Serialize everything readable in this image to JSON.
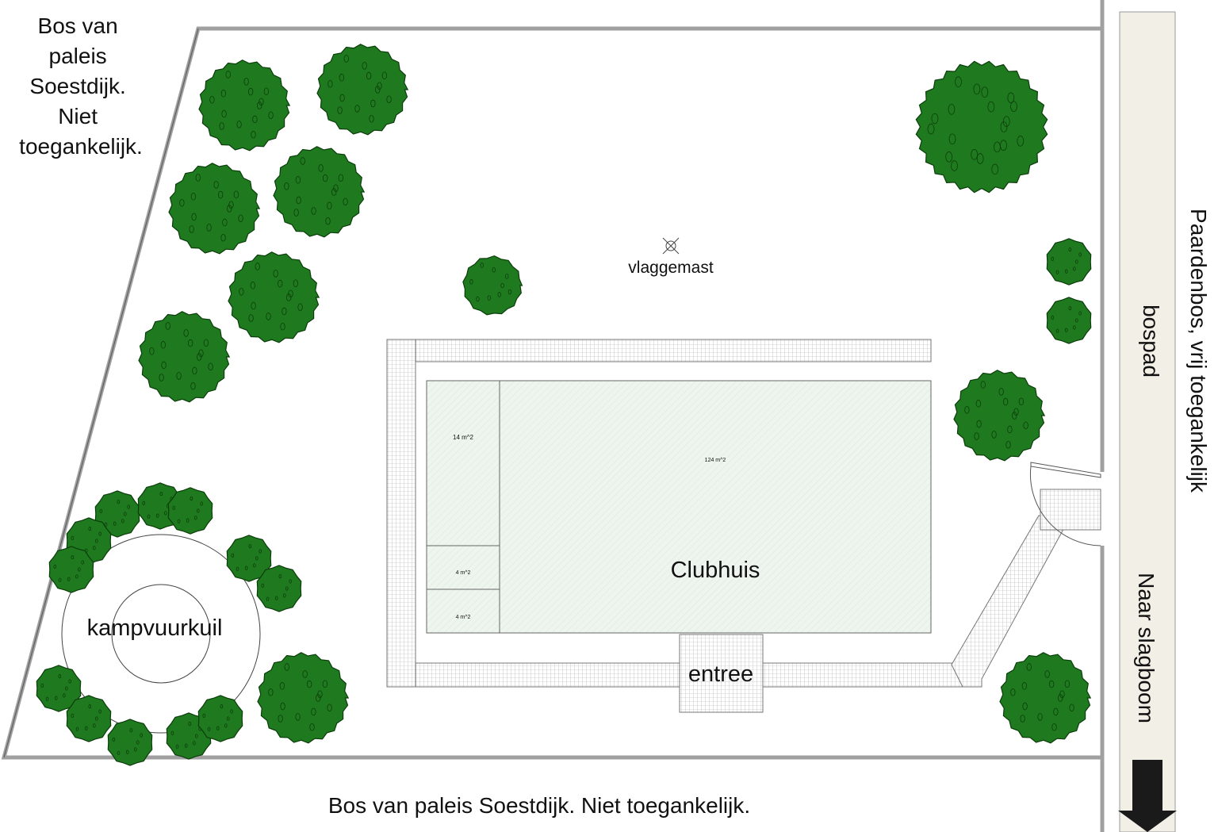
{
  "labels": {
    "top_left_forest": [
      "Bos van",
      "paleis",
      "Soestdijk.",
      "Niet",
      "toegankelijk."
    ],
    "bottom_forest": "Bos van paleis Soestdijk. Niet toegankelijk.",
    "right_forest": "Paardenbos, vrij toegankelijk",
    "path": "bospad",
    "barrier": "Naar slagboom",
    "flagpole": "vlaggemast",
    "clubhouse": "Clubhuis",
    "entrance": "entree",
    "campfire": "kampvuurkuil",
    "room_large": "124 m^2",
    "room_small_top": "14 m^2",
    "room_small_mid": "4 m^2",
    "room_small_bottom": "4 m^2"
  },
  "colors": {
    "tree": "#1f7a1f",
    "tree_outline": "#0b3d0b",
    "wall": "#a0a0a0",
    "building_fill": "#eef5ee",
    "path_fill": "#f1efe6",
    "arrow": "#1a1a1a"
  },
  "icons": {
    "trees": "tree-icon",
    "flagpole": "flagpole-icon",
    "arrow": "arrow-down-icon"
  }
}
